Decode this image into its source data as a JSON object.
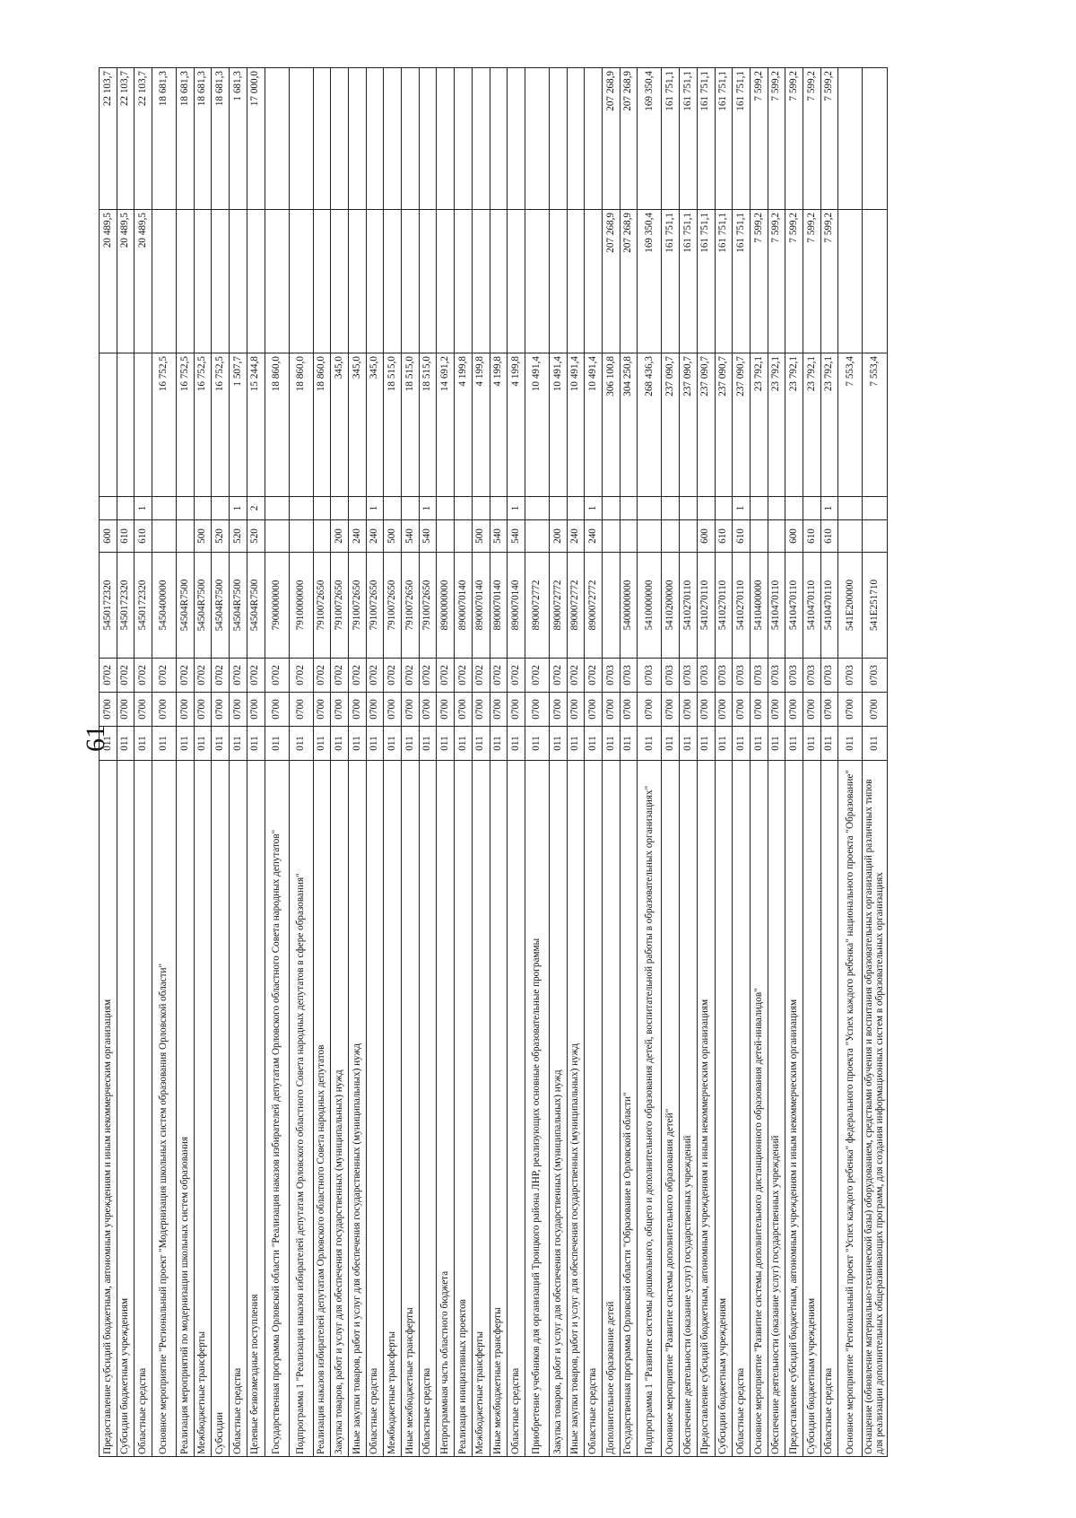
{
  "page_number": "61",
  "table": {
    "rows": [
      {
        "name": "Предоставление субсидий бюджетным, автономным учреждениям и иным некоммерческим организациям",
        "adm": "011",
        "rz": "0700",
        "pr": "0702",
        "csr": "5450172320",
        "vr": "600",
        "note": "",
        "v1": "",
        "v2": "20 489,5",
        "v3": "22 103,7"
      },
      {
        "name": "Субсидии бюджетным учреждениям",
        "adm": "011",
        "rz": "0700",
        "pr": "0702",
        "csr": "5450172320",
        "vr": "610",
        "note": "",
        "v1": "",
        "v2": "20 489,5",
        "v3": "22 103,7"
      },
      {
        "name": "Областные средства",
        "adm": "011",
        "rz": "0700",
        "pr": "0702",
        "csr": "5450172320",
        "vr": "610",
        "note": "1",
        "v1": "",
        "v2": "20 489,5",
        "v3": "22 103,7"
      },
      {
        "name": "Основное мероприятие \"Региональный проект \"Модернизация школьных систем образования Орловской области\"",
        "adm": "011",
        "rz": "0700",
        "pr": "0702",
        "csr": "5450400000",
        "vr": "",
        "note": "",
        "v1": "16 752,5",
        "v2": "",
        "v3": "18 681,3"
      },
      {
        "name": "Реализация мероприятий по модернизации школьных систем образования",
        "adm": "011",
        "rz": "0700",
        "pr": "0702",
        "csr": "54504R7500",
        "vr": "",
        "note": "",
        "v1": "16 752,5",
        "v2": "",
        "v3": "18 681,3"
      },
      {
        "name": "Межбюджетные трансферты",
        "adm": "011",
        "rz": "0700",
        "pr": "0702",
        "csr": "54504R7500",
        "vr": "500",
        "note": "",
        "v1": "16 752,5",
        "v2": "",
        "v3": "18 681,3"
      },
      {
        "name": "Субсидии",
        "adm": "011",
        "rz": "0700",
        "pr": "0702",
        "csr": "54504R7500",
        "vr": "520",
        "note": "",
        "v1": "16 752,5",
        "v2": "",
        "v3": "18 681,3"
      },
      {
        "name": "Областные средства",
        "adm": "011",
        "rz": "0700",
        "pr": "0702",
        "csr": "54504R7500",
        "vr": "520",
        "note": "1",
        "v1": "1 507,7",
        "v2": "",
        "v3": "1 681,3"
      },
      {
        "name": "Целевые безвозмездные поступления",
        "adm": "011",
        "rz": "0700",
        "pr": "0702",
        "csr": "54504R7500",
        "vr": "520",
        "note": "2",
        "v1": "15 244,8",
        "v2": "",
        "v3": "17 000,0"
      },
      {
        "name": "Государственная программа Орловской области \"Реализация наказов избирателей депутатам Орловского областного Совета народных депутатов\"",
        "adm": "011",
        "rz": "0700",
        "pr": "0702",
        "csr": "7900000000",
        "vr": "",
        "note": "",
        "v1": "18 860,0",
        "v2": "",
        "v3": ""
      },
      {
        "name": "Подпрограмма 1 \"Реализация наказов избирателей депутатам Орловского областного Совета народных депутатов в сфере образования\"",
        "adm": "011",
        "rz": "0700",
        "pr": "0702",
        "csr": "7910000000",
        "vr": "",
        "note": "",
        "v1": "18 860,0",
        "v2": "",
        "v3": ""
      },
      {
        "name": "Реализация наказов избирателей депутатам Орловского областного Совета народных депутатов",
        "adm": "011",
        "rz": "0700",
        "pr": "0702",
        "csr": "7910072650",
        "vr": "",
        "note": "",
        "v1": "18 860,0",
        "v2": "",
        "v3": ""
      },
      {
        "name": "Закупка товаров, работ и услуг для обеспечения государственных (муниципальных) нужд",
        "adm": "011",
        "rz": "0700",
        "pr": "0702",
        "csr": "7910072650",
        "vr": "200",
        "note": "",
        "v1": "345,0",
        "v2": "",
        "v3": ""
      },
      {
        "name": "Иные закупки товаров, работ и услуг для обеспечения государственных (муниципальных) нужд",
        "adm": "011",
        "rz": "0700",
        "pr": "0702",
        "csr": "7910072650",
        "vr": "240",
        "note": "",
        "v1": "345,0",
        "v2": "",
        "v3": ""
      },
      {
        "name": "Областные средства",
        "adm": "011",
        "rz": "0700",
        "pr": "0702",
        "csr": "7910072650",
        "vr": "240",
        "note": "1",
        "v1": "345,0",
        "v2": "",
        "v3": ""
      },
      {
        "name": "Межбюджетные трансферты",
        "adm": "011",
        "rz": "0700",
        "pr": "0702",
        "csr": "7910072650",
        "vr": "500",
        "note": "",
        "v1": "18 515,0",
        "v2": "",
        "v3": ""
      },
      {
        "name": "Иные межбюджетные трансферты",
        "adm": "011",
        "rz": "0700",
        "pr": "0702",
        "csr": "7910072650",
        "vr": "540",
        "note": "",
        "v1": "18 515,0",
        "v2": "",
        "v3": ""
      },
      {
        "name": "Областные средства",
        "adm": "011",
        "rz": "0700",
        "pr": "0702",
        "csr": "7910072650",
        "vr": "540",
        "note": "1",
        "v1": "18 515,0",
        "v2": "",
        "v3": ""
      },
      {
        "name": "Непрограммная часть областного бюджета",
        "adm": "011",
        "rz": "0700",
        "pr": "0702",
        "csr": "8900000000",
        "vr": "",
        "note": "",
        "v1": "14 691,2",
        "v2": "",
        "v3": ""
      },
      {
        "name": "Реализация инициативных проектов",
        "adm": "011",
        "rz": "0700",
        "pr": "0702",
        "csr": "8900070140",
        "vr": "",
        "note": "",
        "v1": "4 199,8",
        "v2": "",
        "v3": ""
      },
      {
        "name": "Межбюджетные трансферты",
        "adm": "011",
        "rz": "0700",
        "pr": "0702",
        "csr": "8900070140",
        "vr": "500",
        "note": "",
        "v1": "4 199,8",
        "v2": "",
        "v3": ""
      },
      {
        "name": "Иные межбюджетные трансферты",
        "adm": "011",
        "rz": "0700",
        "pr": "0702",
        "csr": "8900070140",
        "vr": "540",
        "note": "",
        "v1": "4 199,8",
        "v2": "",
        "v3": ""
      },
      {
        "name": "Областные средства",
        "adm": "011",
        "rz": "0700",
        "pr": "0702",
        "csr": "8900070140",
        "vr": "540",
        "note": "1",
        "v1": "4 199,8",
        "v2": "",
        "v3": ""
      },
      {
        "name": "Приобретение учебников для организаций Троицкого района ЛНР, реализующих основные образовательные программы",
        "adm": "011",
        "rz": "0700",
        "pr": "0702",
        "csr": "8900072772",
        "vr": "",
        "note": "",
        "v1": "10 491,4",
        "v2": "",
        "v3": ""
      },
      {
        "name": "Закупка товаров, работ и услуг для обеспечения государственных (муниципальных) нужд",
        "adm": "011",
        "rz": "0700",
        "pr": "0702",
        "csr": "8900072772",
        "vr": "200",
        "note": "",
        "v1": "10 491,4",
        "v2": "",
        "v3": ""
      },
      {
        "name": "Иные закупки товаров, работ и услуг для обеспечения государственных (муниципальных) нужд",
        "adm": "011",
        "rz": "0700",
        "pr": "0702",
        "csr": "8900072772",
        "vr": "240",
        "note": "",
        "v1": "10 491,4",
        "v2": "",
        "v3": ""
      },
      {
        "name": "Областные средства",
        "adm": "011",
        "rz": "0700",
        "pr": "0702",
        "csr": "8900072772",
        "vr": "240",
        "note": "1",
        "v1": "10 491,4",
        "v2": "",
        "v3": ""
      },
      {
        "name": "Дополнительное образование детей",
        "adm": "011",
        "rz": "0700",
        "pr": "0703",
        "csr": "",
        "vr": "",
        "note": "",
        "v1": "306 100,8",
        "v2": "207 268,9",
        "v3": "207 268,9"
      },
      {
        "name": "Государственная программа Орловской области \"Образование в Орловской области\"",
        "adm": "011",
        "rz": "0700",
        "pr": "0703",
        "csr": "5400000000",
        "vr": "",
        "note": "",
        "v1": "304 250,8",
        "v2": "207 268,9",
        "v3": "207 268,9"
      },
      {
        "name": "Подпрограмма 1 \"Развитие системы дошкольного, общего и дополнительного образования детей, воспитательной работы в образовательных организациях\"",
        "adm": "011",
        "rz": "0700",
        "pr": "0703",
        "csr": "5410000000",
        "vr": "",
        "note": "",
        "v1": "268 436,3",
        "v2": "169 350,4",
        "v3": "169 350,4"
      },
      {
        "name": "Основное мероприятие \"Развитие системы дополнительного образования детей\"",
        "adm": "011",
        "rz": "0700",
        "pr": "0703",
        "csr": "5410200000",
        "vr": "",
        "note": "",
        "v1": "237 090,7",
        "v2": "161 751,1",
        "v3": "161 751,1"
      },
      {
        "name": "Обеспечение деятельности (оказание услуг) государственных учреждений",
        "adm": "011",
        "rz": "0700",
        "pr": "0703",
        "csr": "5410270110",
        "vr": "",
        "note": "",
        "v1": "237 090,7",
        "v2": "161 751,1",
        "v3": "161 751,1"
      },
      {
        "name": "Предоставление субсидий бюджетным, автономным учреждениям и иным некоммерческим организациям",
        "adm": "011",
        "rz": "0700",
        "pr": "0703",
        "csr": "5410270110",
        "vr": "600",
        "note": "",
        "v1": "237 090,7",
        "v2": "161 751,1",
        "v3": "161 751,1"
      },
      {
        "name": "Субсидии бюджетным учреждениям",
        "adm": "011",
        "rz": "0700",
        "pr": "0703",
        "csr": "5410270110",
        "vr": "610",
        "note": "",
        "v1": "237 090,7",
        "v2": "161 751,1",
        "v3": "161 751,1"
      },
      {
        "name": "Областные средства",
        "adm": "011",
        "rz": "0700",
        "pr": "0703",
        "csr": "5410270110",
        "vr": "610",
        "note": "1",
        "v1": "237 090,7",
        "v2": "161 751,1",
        "v3": "161 751,1"
      },
      {
        "name": "Основное мероприятие \"Развитие системы дополнительного дистанционного образования детей-инвалидов\"",
        "adm": "011",
        "rz": "0700",
        "pr": "0703",
        "csr": "5410400000",
        "vr": "",
        "note": "",
        "v1": "23 792,1",
        "v2": "7 599,2",
        "v3": "7 599,2"
      },
      {
        "name": "Обеспечение деятельности (оказание услуг) государственных учреждений",
        "adm": "011",
        "rz": "0700",
        "pr": "0703",
        "csr": "5410470110",
        "vr": "",
        "note": "",
        "v1": "23 792,1",
        "v2": "7 599,2",
        "v3": "7 599,2"
      },
      {
        "name": "Предоставление субсидий бюджетным, автономным учреждениям и иным некоммерческим организациям",
        "adm": "011",
        "rz": "0700",
        "pr": "0703",
        "csr": "5410470110",
        "vr": "600",
        "note": "",
        "v1": "23 792,1",
        "v2": "7 599,2",
        "v3": "7 599,2"
      },
      {
        "name": "Субсидии бюджетным учреждениям",
        "adm": "011",
        "rz": "0700",
        "pr": "0703",
        "csr": "5410470110",
        "vr": "610",
        "note": "",
        "v1": "23 792,1",
        "v2": "7 599,2",
        "v3": "7 599,2"
      },
      {
        "name": "Областные средства",
        "adm": "011",
        "rz": "0700",
        "pr": "0703",
        "csr": "5410470110",
        "vr": "610",
        "note": "1",
        "v1": "23 792,1",
        "v2": "7 599,2",
        "v3": "7 599,2"
      },
      {
        "name": "Основное мероприятие \"Региональный проект \"Успех каждого ребенка\" федерального проекта \"Успех каждого ребенка\" национального проекта \"Образование\"",
        "adm": "011",
        "rz": "0700",
        "pr": "0703",
        "csr": "541E200000",
        "vr": "",
        "note": "",
        "v1": "7 553,4",
        "v2": "",
        "v3": ""
      },
      {
        "name": "Оснащение (обновление материально-технической базы) оборудованием, средствами обучения и воспитания образовательных организаций различных типов для реализации дополнительных общеразвивающих программ, для создания информационных систем в образовательных организациях",
        "adm": "011",
        "rz": "0700",
        "pr": "0703",
        "csr": "541E251710",
        "vr": "",
        "note": "",
        "v1": "7 553,4",
        "v2": "",
        "v3": ""
      }
    ]
  }
}
